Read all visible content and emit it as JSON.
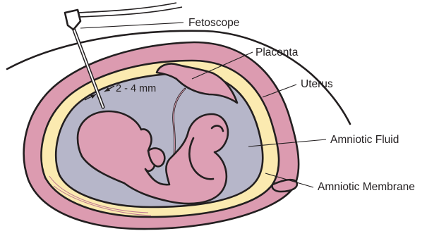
{
  "colors": {
    "uterus_wall": "#dc9bb0",
    "amniotic_membrane": "#fbeab0",
    "amniotic_fluid": "#b6b6c9",
    "fetus_and_placenta": "#dd9fb4",
    "outline": "#231f20",
    "background": "#ffffff"
  },
  "measurement": {
    "label": "2 - 4 mm"
  },
  "labels": {
    "fetoscope": "Fetoscope",
    "placenta": "Placenta",
    "uterus": "Uterus",
    "amniotic_fluid": "Amniotic Fluid",
    "amniotic_membrane": "Amniotic Membrane"
  }
}
